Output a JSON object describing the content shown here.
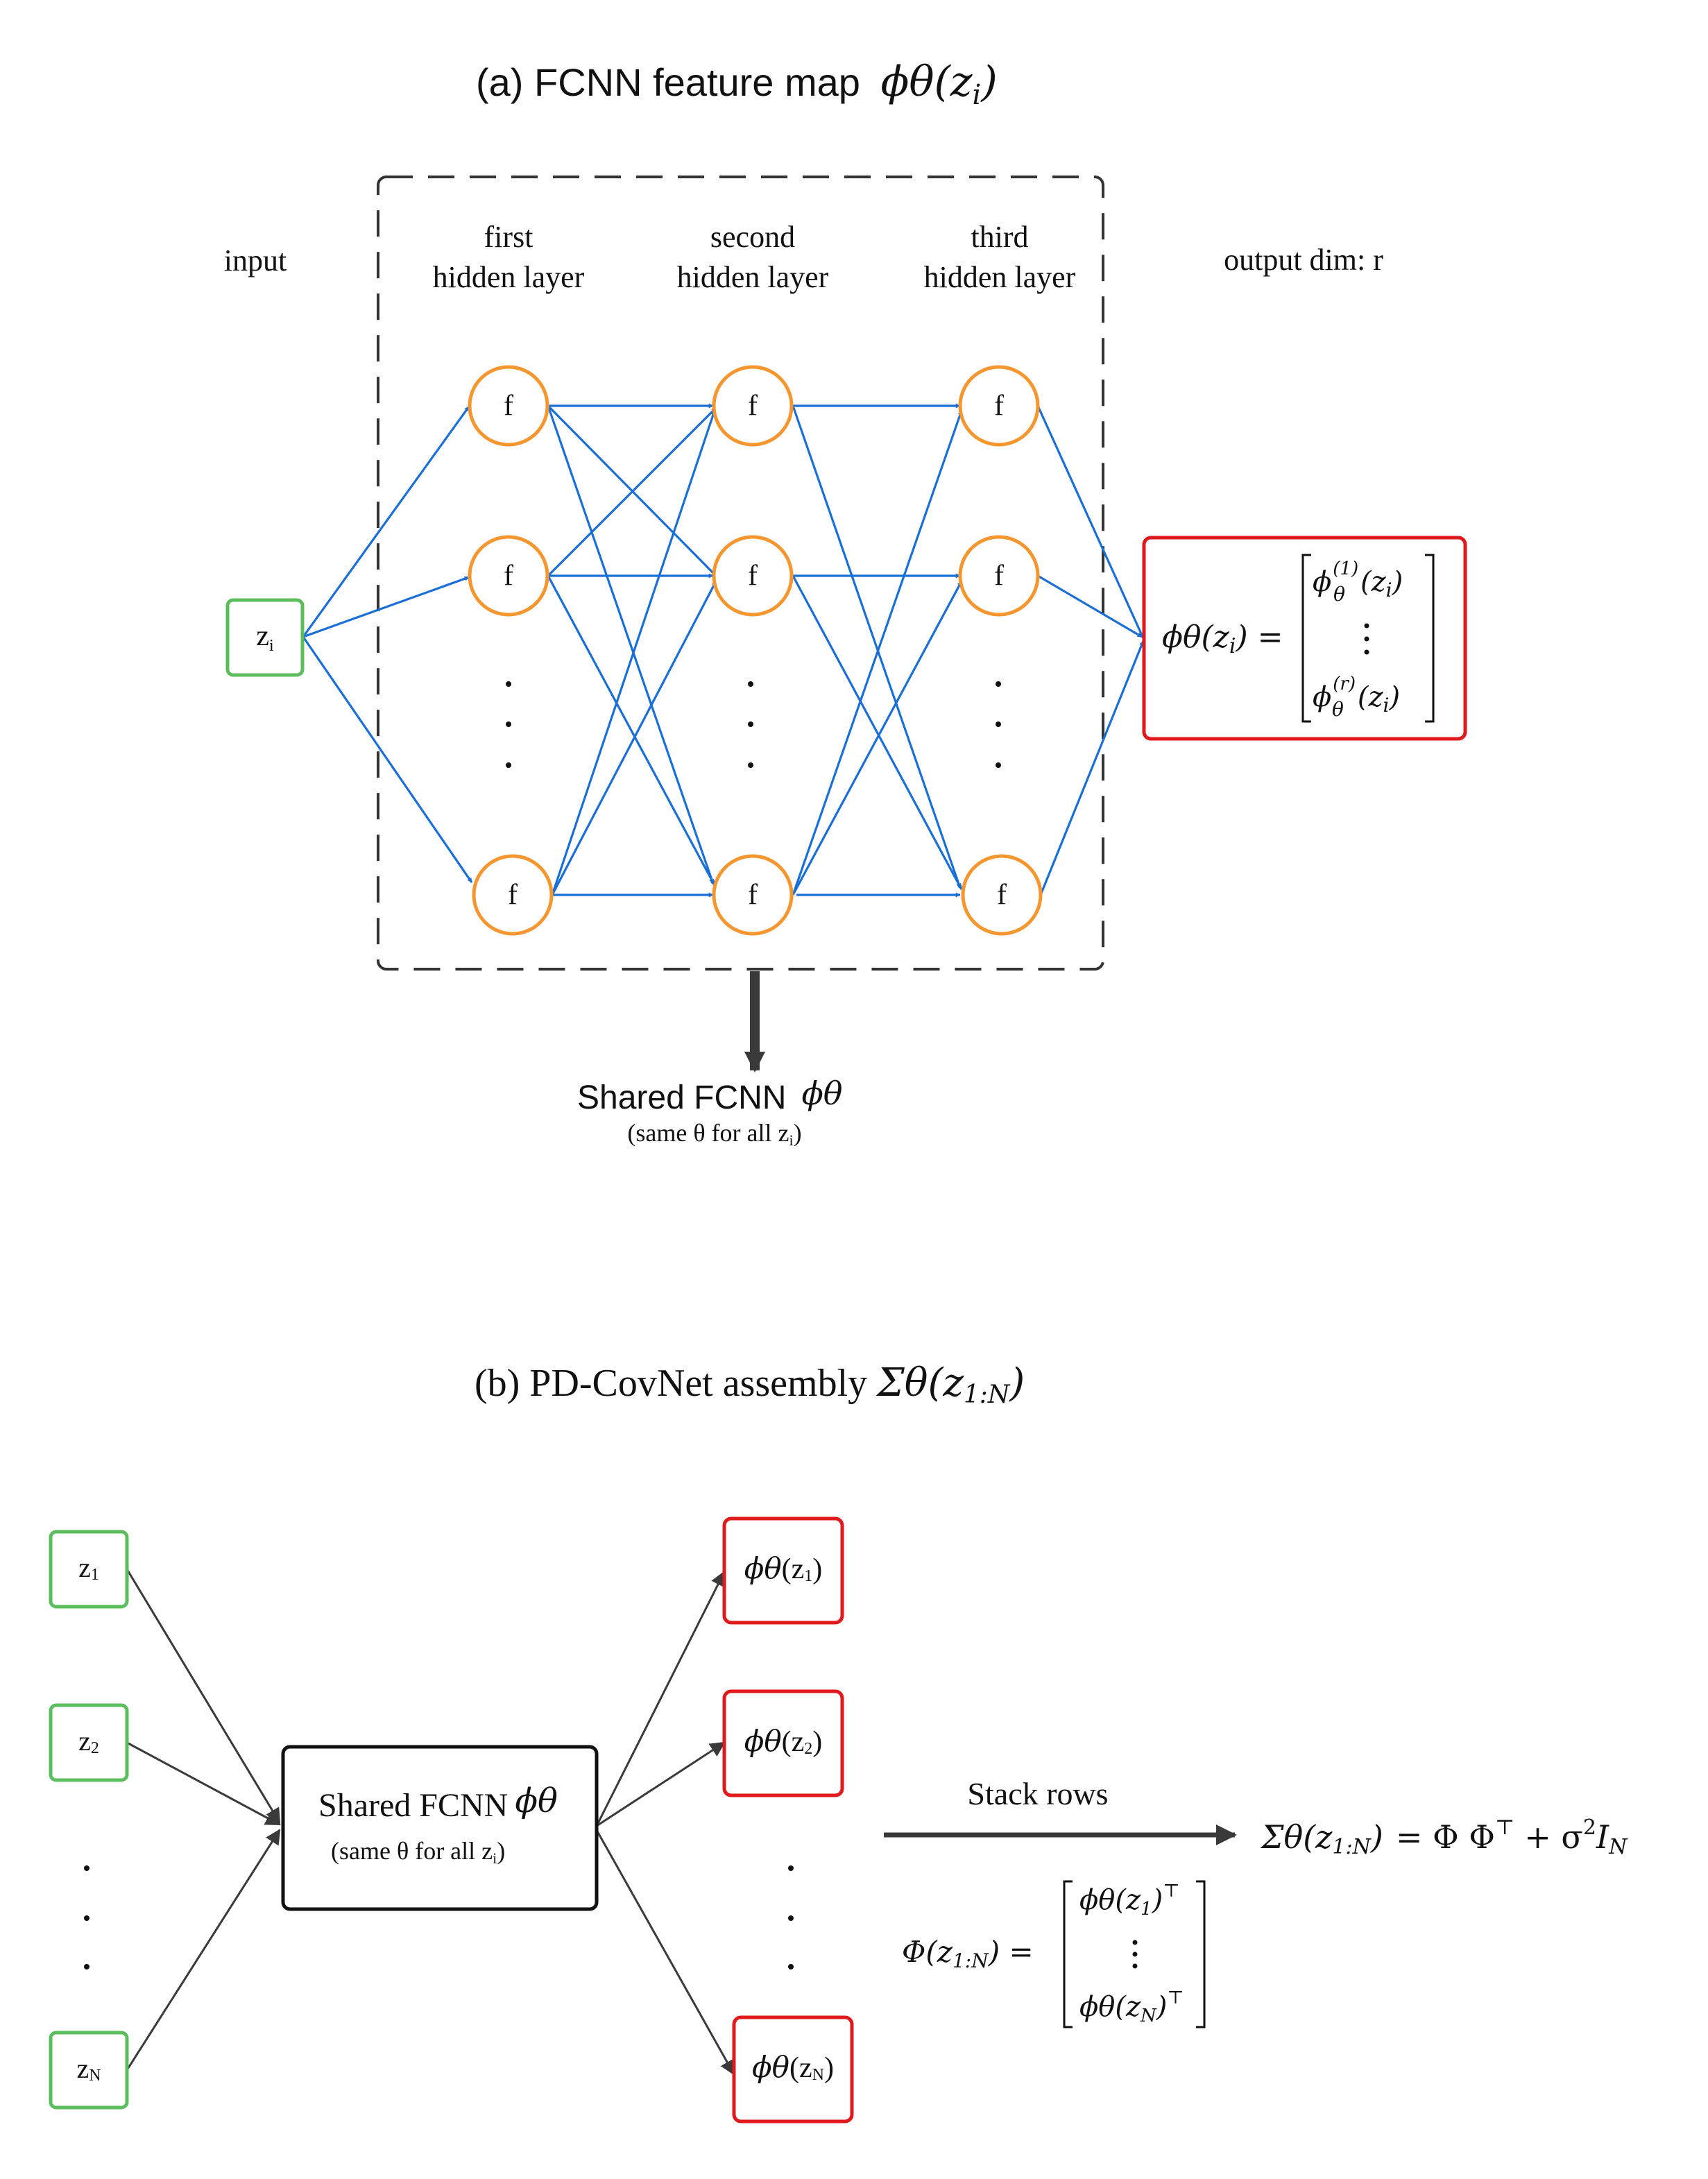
{
  "panel_a": {
    "title_text": "(a) FCNN feature map",
    "title_math": "ϕθ(z",
    "title_math_sub": "i",
    "title_math_close": ")",
    "input_label": "input",
    "layer1_line1": "first",
    "layer1_line2": "hidden layer",
    "layer2_line1": "second",
    "layer2_line2": "hidden layer",
    "layer3_line1": "third",
    "layer3_line2": "hidden layer",
    "output_label": "output dim: r",
    "node_label": "f",
    "input_node": "z",
    "input_node_sub": "i",
    "output_lhs": "ϕθ(z",
    "output_lhs_sub": "i",
    "output_lhs_close": ") =",
    "vec_top": "ϕ",
    "vec_top_sup": "(1)",
    "vec_top_sub": "θ",
    "vec_top_arg": "(z",
    "vec_top_arg_sub": "i",
    "vec_top_arg_close": ")",
    "vec_bot": "ϕ",
    "vec_bot_sup": "(r)",
    "vec_bot_sub": "θ",
    "vec_bot_arg": "(z",
    "vec_bot_arg_sub": "i",
    "vec_bot_arg_close": ")",
    "shared_label": "Shared FCNN",
    "shared_math": "ϕθ",
    "shared_note": "(same θ for all z",
    "shared_note_sub": "i",
    "shared_note_close": ")"
  },
  "panel_b": {
    "title_text": "(b) PD-CovNet assembly",
    "title_math": "Σθ(z",
    "title_math_sub": "1:N",
    "title_math_close": ")",
    "inputs": [
      {
        "base": "z",
        "sub": "1"
      },
      {
        "base": "z",
        "sub": "2"
      },
      {
        "base": "z",
        "sub": "N"
      }
    ],
    "outputs": [
      {
        "fn": "ϕθ",
        "arg": "(z",
        "sub": "1",
        "close": ")"
      },
      {
        "fn": "ϕθ",
        "arg": "(z",
        "sub": "2",
        "close": ")"
      },
      {
        "fn": "ϕθ",
        "arg": "(z",
        "sub": "N",
        "close": ")"
      }
    ],
    "center_label": "Shared FCNN",
    "center_math": "ϕθ",
    "center_note": "(same θ for all z",
    "center_note_sub": "i",
    "center_note_close": ")",
    "stack_label": "Stack rows",
    "sigma_lhs": "Σθ(z",
    "sigma_lhs_sub": "1:N",
    "sigma_lhs_close": ")",
    "sigma_rhs": "=  Φ Φ",
    "sigma_rhs_sup": "⊤",
    "sigma_plus": "+  σ",
    "sigma_plus_sup": "2",
    "sigma_I": "I",
    "sigma_I_sub": "N",
    "phi_lhs": "Φ(z",
    "phi_lhs_sub": "1:N",
    "phi_lhs_close": ") =",
    "mat_top": "ϕθ(z",
    "mat_top_sub": "1",
    "mat_top_close": ")",
    "mat_top_sup": "⊤",
    "mat_bot": "ϕθ(z",
    "mat_bot_sub": "N",
    "mat_bot_close": ")",
    "mat_bot_sup": "⊤"
  },
  "colors": {
    "edge_blue": "#1a6fd6",
    "node_orange": "#f5962f",
    "input_green": "#5cbd5c",
    "output_red": "#e0191d",
    "dark_arrow": "#3a3a3a"
  }
}
